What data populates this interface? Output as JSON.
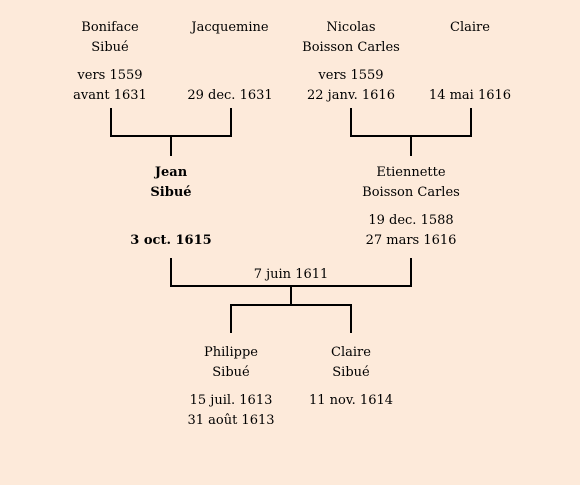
{
  "tree": {
    "people": {
      "boniface": {
        "name_line1": "Boniface",
        "name_line2": "Sibué",
        "birth": "vers 1559",
        "death": "avant 1631"
      },
      "jacquemine": {
        "name_line1": "Jacquemine",
        "name_line2": "",
        "birth": "",
        "death": "29 dec. 1631"
      },
      "nicolas": {
        "name_line1": "Nicolas",
        "name_line2": "Boisson Carles",
        "birth": "vers 1559",
        "death": "22 janv. 1616"
      },
      "claire_mother": {
        "name_line1": "Claire",
        "name_line2": "",
        "birth": "",
        "death": "14 mai 1616"
      },
      "jean": {
        "name_line1": "Jean",
        "name_line2": "Sibué",
        "birth": "",
        "death": "3 oct. 1615"
      },
      "etiennette": {
        "name_line1": "Etiennette",
        "name_line2": "Boisson Carles",
        "birth": "19 dec. 1588",
        "death": "27 mars 1616"
      },
      "philippe": {
        "name_line1": "Philippe",
        "name_line2": "Sibué",
        "birth": "15 juil. 1613",
        "death": "31 août 1613"
      },
      "claire_child": {
        "name_line1": "Claire",
        "name_line2": "Sibué",
        "birth": "11 nov. 1614",
        "death": ""
      }
    },
    "marriage_date": "7 juin 1611",
    "colors": {
      "background": "#fdeada",
      "lines": "#000000"
    }
  }
}
